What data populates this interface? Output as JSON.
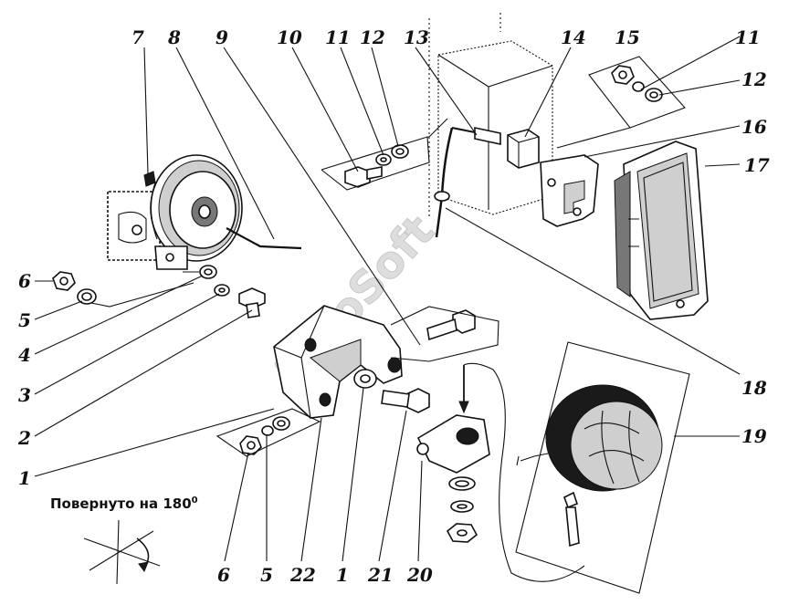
{
  "figure": {
    "callouts": [
      {
        "id": "c7t",
        "text": "7"
      },
      {
        "id": "c8t",
        "text": "8"
      },
      {
        "id": "c9t",
        "text": "9"
      },
      {
        "id": "c10t",
        "text": "10"
      },
      {
        "id": "c11t",
        "text": "11"
      },
      {
        "id": "c12t",
        "text": "12"
      },
      {
        "id": "c13t",
        "text": "13"
      },
      {
        "id": "c14t",
        "text": "14"
      },
      {
        "id": "c15t",
        "text": "15"
      },
      {
        "id": "c11r",
        "text": "11"
      },
      {
        "id": "c12r",
        "text": "12"
      },
      {
        "id": "c16",
        "text": "16"
      },
      {
        "id": "c17",
        "text": "17"
      },
      {
        "id": "c18",
        "text": "18"
      },
      {
        "id": "c19",
        "text": "19"
      },
      {
        "id": "c6l",
        "text": "6"
      },
      {
        "id": "c5l",
        "text": "5"
      },
      {
        "id": "c4l",
        "text": "4"
      },
      {
        "id": "c3l",
        "text": "3"
      },
      {
        "id": "c2l",
        "text": "2"
      },
      {
        "id": "c1l",
        "text": "1"
      },
      {
        "id": "c6b",
        "text": "6"
      },
      {
        "id": "c5b",
        "text": "5"
      },
      {
        "id": "c22b",
        "text": "22"
      },
      {
        "id": "c1b",
        "text": "1"
      },
      {
        "id": "c21b",
        "text": "21"
      },
      {
        "id": "c20b",
        "text": "20"
      }
    ],
    "rotation_note": "Повернуто на 180",
    "rotation_degree": "0",
    "watermark": "AutoSoft"
  }
}
